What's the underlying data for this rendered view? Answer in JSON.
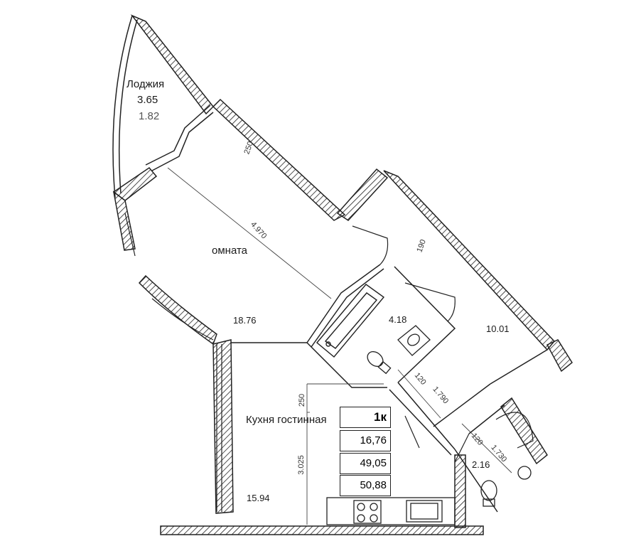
{
  "rooms": {
    "loggia": {
      "name": "Лоджия",
      "area_main": "3.65",
      "area_reduced": "1.82"
    },
    "room": {
      "name": "омната",
      "area": "18.76"
    },
    "bathroom": {
      "area": "4.18"
    },
    "hall": {
      "area": "10.01"
    },
    "kitchen": {
      "name": "Кухня гостинная",
      "area": "15.94"
    },
    "wc": {
      "area": "2.16"
    }
  },
  "dimensions": {
    "room_wall": "250",
    "room_length": "4.970",
    "hall_dim": "190",
    "door_120_a": "120",
    "door_1790": "1.790",
    "door_120_b": "120",
    "door_1730": "1.730",
    "kitchen_250": "250",
    "kitchen_3025": "3.025"
  },
  "summary": {
    "type": "1к",
    "living_area": "16,76",
    "total_area": "49,05",
    "total_with_loggia": "50,88"
  }
}
